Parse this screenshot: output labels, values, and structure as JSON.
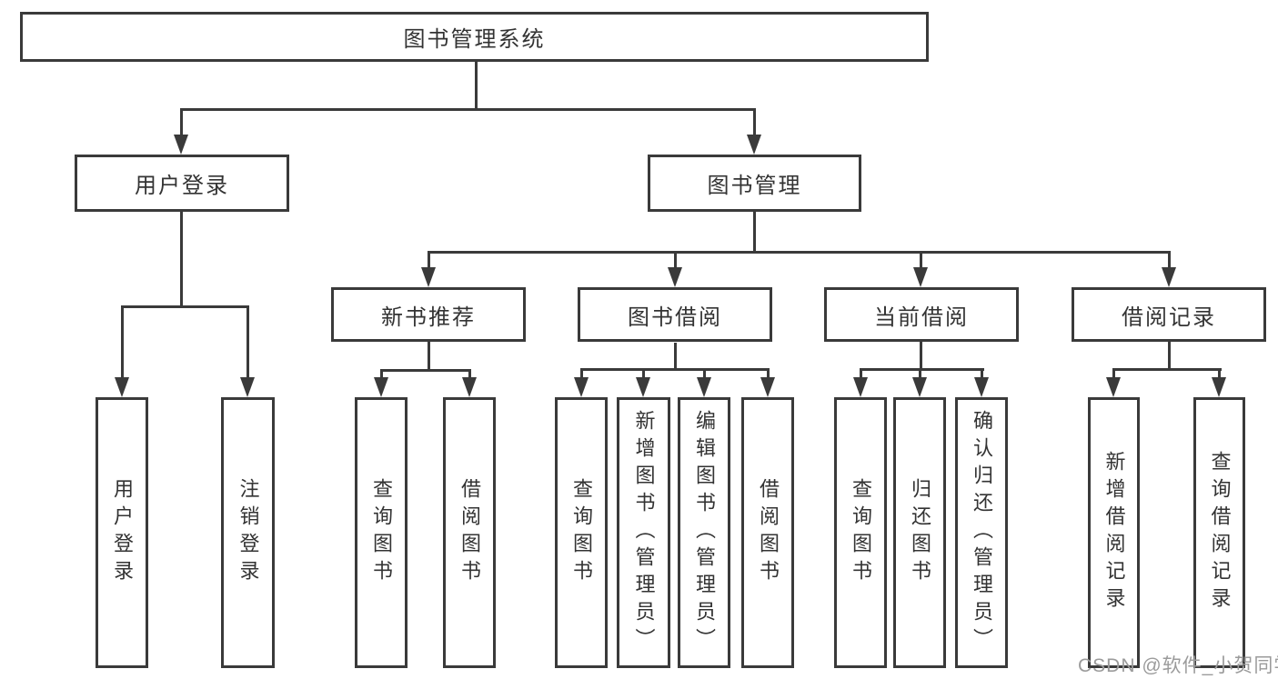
{
  "diagram": {
    "title": "图书管理系统",
    "level2": {
      "user_login": "用户登录",
      "book_mgmt": "图书管理"
    },
    "level3": {
      "new_books": "新书推荐",
      "borrow": "图书借阅",
      "current": "当前借阅",
      "records": "借阅记录"
    },
    "leaves": {
      "login": "用户登录",
      "logout": "注销登录",
      "nb_query": "查询图书",
      "nb_borrow": "借阅图书",
      "bw_query": "查询图书",
      "bw_add": "新增图书（管理员）",
      "bw_edit": "编辑图书（管理员）",
      "bw_borrow": "借阅图书",
      "cur_query": "查询图书",
      "cur_return": "归还图书",
      "cur_confirm": "确认归还（管理员）",
      "rec_add": "新增借阅记录",
      "rec_query": "查询借阅记录"
    }
  },
  "watermark": "CSDN @软件_小贺同学",
  "colors": {
    "line": "#3a3a3a",
    "text": "#333333",
    "watermark": "#9b9b9b",
    "background": "#ffffff"
  }
}
